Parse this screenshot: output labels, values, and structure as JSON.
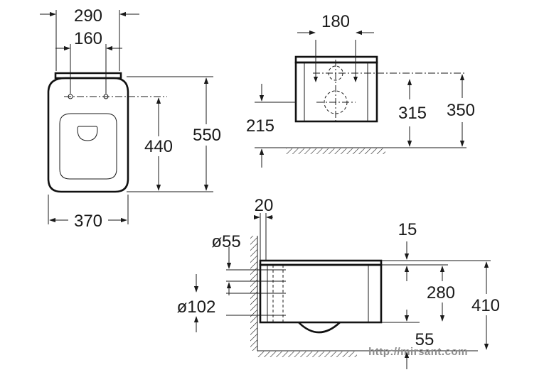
{
  "dimensions": {
    "top_view": {
      "outer_width": "290",
      "hole_spacing": "160",
      "total_length": "550",
      "hole_to_front": "440",
      "bowl_width": "370"
    },
    "rear_view": {
      "bolt_spacing": "180",
      "outlet_height": "215",
      "bolt_height": "315",
      "total_height": "350"
    },
    "side_view": {
      "wall_gap": "20",
      "inlet_diameter": "ø55",
      "outlet_diameter": "ø102",
      "top_offset": "15",
      "body_height": "280",
      "overall_height": "410",
      "bottom_offset": "55"
    }
  },
  "watermark": "http://mirsant.com"
}
